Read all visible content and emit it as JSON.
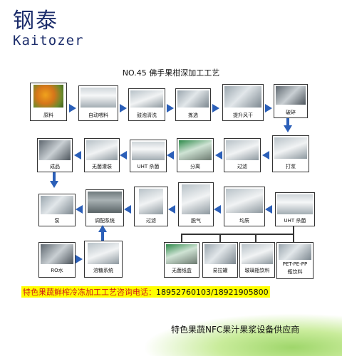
{
  "brand": {
    "cn": "钢泰",
    "en": "Kaitozer"
  },
  "title": "NO.45 佛手果柑深加工工艺",
  "steps": {
    "s1": "原料",
    "s2": "自动喂料",
    "s3": "鼓泡清洗",
    "s4": "拣选",
    "s5": "提升风干",
    "s6": "破碎",
    "s7": "打浆",
    "s8": "过滤",
    "s9": "分离",
    "s10": "UHT 杀菌",
    "s11": "无菌灌装",
    "s12": "成品",
    "s13": "泵",
    "s14": "调配系统",
    "s15": "过滤",
    "s16": "脱气",
    "s17": "均质",
    "s18": "UHT 杀菌",
    "s19": "RO水",
    "s20": "溶糖系统",
    "p1": "无菌纸盒",
    "p2": "易拉罐",
    "p3": "玻璃瓶饮料",
    "p4a": "PET-PE-PP",
    "p4b": "瓶饮料"
  },
  "contact": {
    "label": "特色果蔬鲜榨冷冻加工工艺咨询电话：",
    "phones": "18952760103/18921905800"
  },
  "footer": "特色果蔬NFC果汁果浆设备供应商",
  "colors": {
    "arrow": "#2b5fb8",
    "brand": "#1c2d6b",
    "highlight": "#ffff00",
    "contact_text": "#d01818"
  }
}
